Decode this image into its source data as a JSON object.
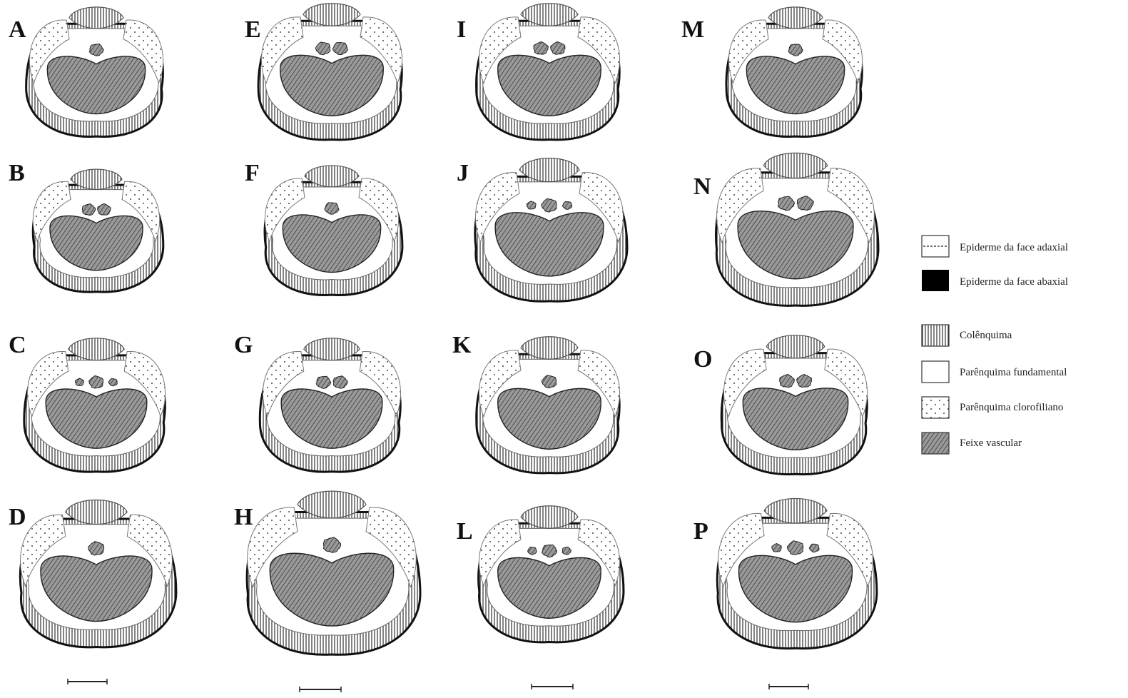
{
  "panels": [
    {
      "label": "A",
      "bundles": 1
    },
    {
      "label": "B",
      "bundles": 2
    },
    {
      "label": "C",
      "bundles": 3
    },
    {
      "label": "D",
      "bundles": 1
    },
    {
      "label": "E",
      "bundles": 2
    },
    {
      "label": "F",
      "bundles": 1
    },
    {
      "label": "G",
      "bundles": 2
    },
    {
      "label": "H",
      "bundles": 1
    },
    {
      "label": "I",
      "bundles": 2
    },
    {
      "label": "J",
      "bundles": 3
    },
    {
      "label": "K",
      "bundles": 1
    },
    {
      "label": "L",
      "bundles": 3
    },
    {
      "label": "M",
      "bundles": 1
    },
    {
      "label": "N",
      "bundles": 2
    },
    {
      "label": "O",
      "bundles": 2
    },
    {
      "label": "P",
      "bundles": 3
    }
  ],
  "legend": [
    {
      "key": "epiderme_adaxial",
      "label": "Epiderme da face adaxial"
    },
    {
      "key": "epiderme_abaxial",
      "label": "Epiderme da face  abaxial"
    },
    {
      "key": "colenquima",
      "label": "Colênquima"
    },
    {
      "key": "parenquima_fundamental",
      "label": "Parênquima fundamental"
    },
    {
      "key": "parenquima_clorofiliano",
      "label": "Parênquima clorofiliano"
    },
    {
      "key": "feixe_vascular",
      "label": "Feixe vascular"
    }
  ],
  "colors": {
    "outline": "#111111",
    "bundle_fill": "#8a8a8a",
    "background": "#ffffff"
  }
}
